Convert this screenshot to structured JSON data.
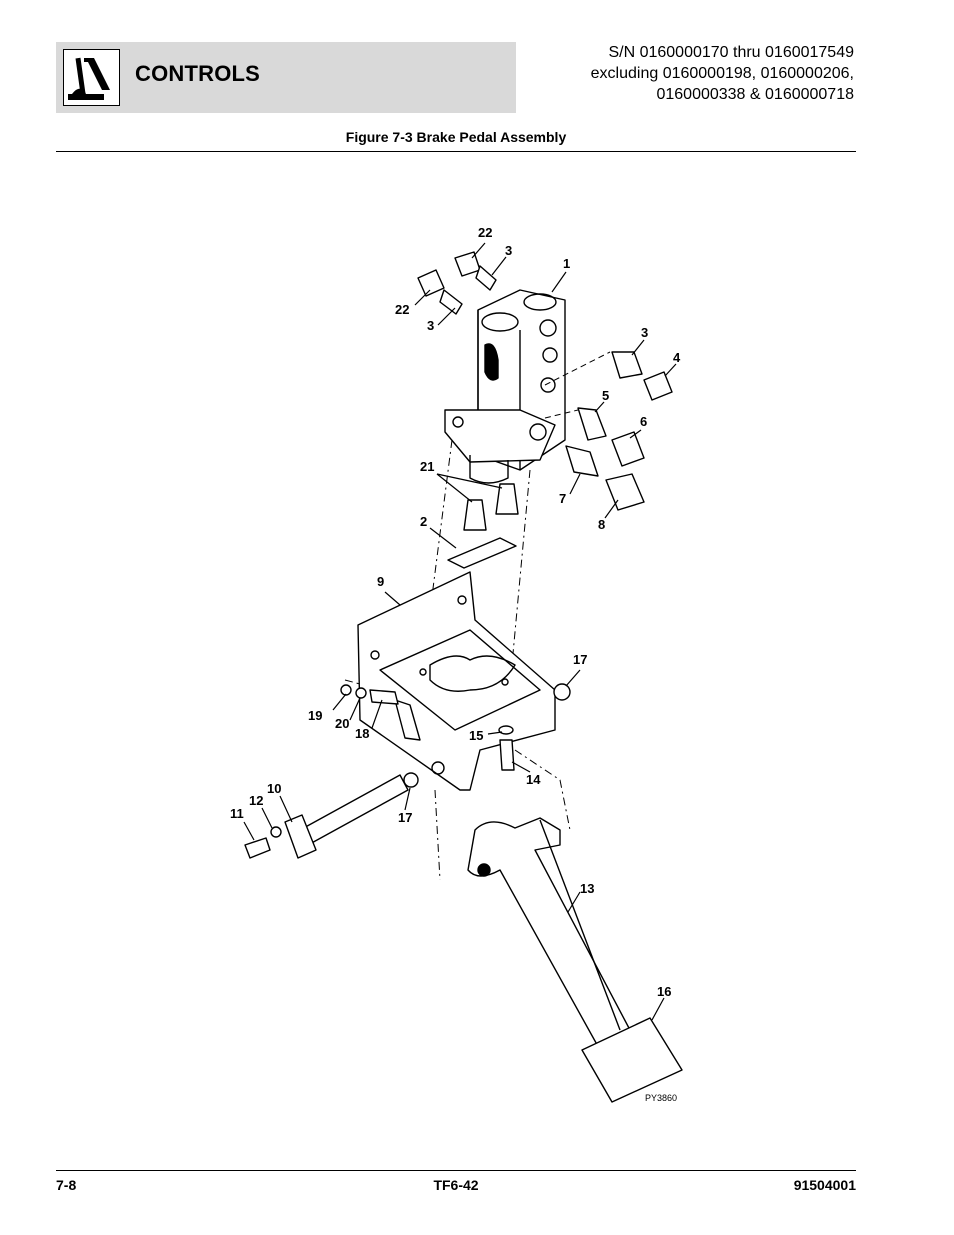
{
  "header": {
    "section_title": "CONTROLS",
    "logo_icon": "controls-joystick-icon",
    "serial_lines": [
      "S/N 0160000170 thru 0160017549",
      "excluding 0160000198, 0160000206,",
      "0160000338 & 0160000718"
    ]
  },
  "figure": {
    "caption": "Figure 7-3 Brake Pedal Assembly",
    "drawing_id": "PY3860",
    "callouts": [
      "22",
      "3",
      "1",
      "22",
      "3",
      "3",
      "4",
      "5",
      "6",
      "21",
      "7",
      "8",
      "2",
      "9",
      "17",
      "19",
      "20",
      "18",
      "15",
      "14",
      "10",
      "12",
      "11",
      "17",
      "13",
      "16"
    ]
  },
  "footer": {
    "page_number": "7-8",
    "model": "TF6-42",
    "manual_number": "91504001"
  }
}
